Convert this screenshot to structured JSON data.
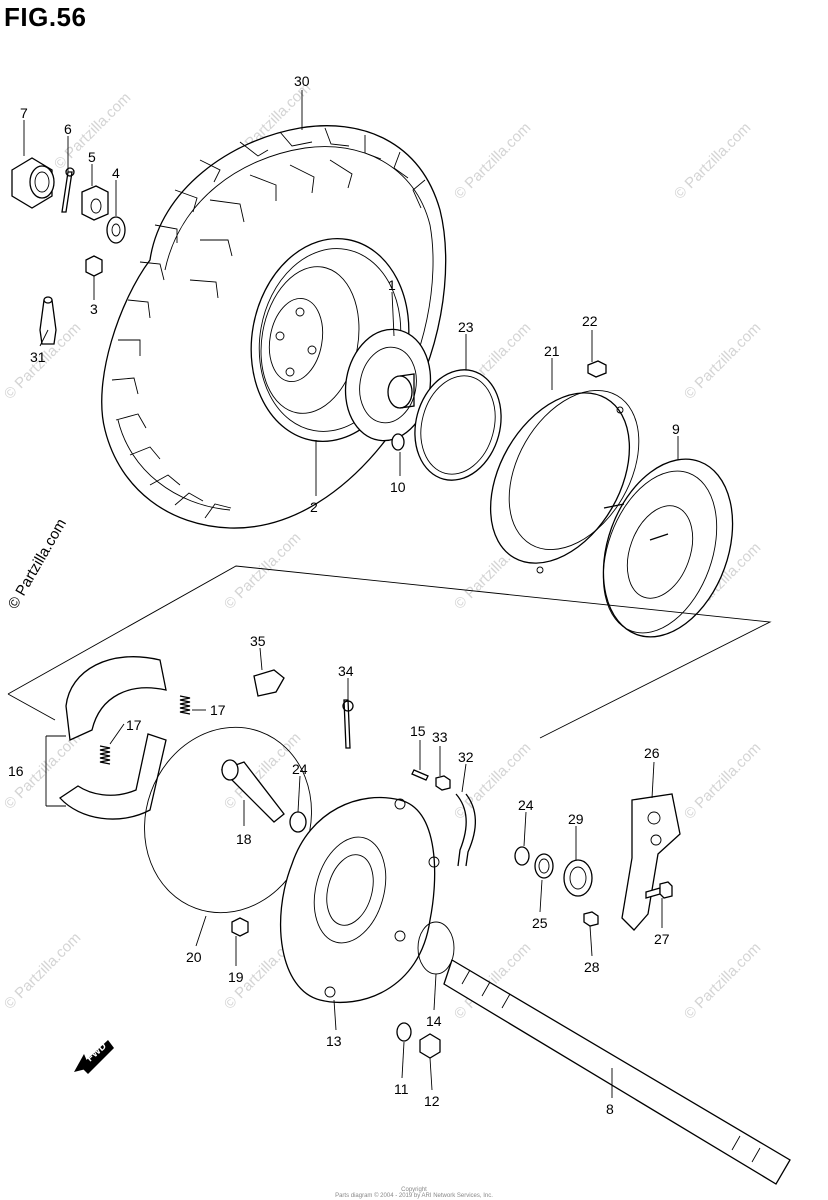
{
  "figure": {
    "title": "FIG.56",
    "watermark": "© Partzilla.com",
    "footer_line1": "Copyright",
    "footer_line2": "Parts diagram © 2004 - 2019 by ARI Network Services, Inc.",
    "fwd_label": "FWD"
  },
  "callouts": [
    {
      "id": "c30",
      "text": "30"
    },
    {
      "id": "c7",
      "text": "7"
    },
    {
      "id": "c6",
      "text": "6"
    },
    {
      "id": "c5",
      "text": "5"
    },
    {
      "id": "c4",
      "text": "4"
    },
    {
      "id": "c3",
      "text": "3"
    },
    {
      "id": "c31",
      "text": "31"
    },
    {
      "id": "c1",
      "text": "1"
    },
    {
      "id": "c2",
      "text": "2"
    },
    {
      "id": "c23",
      "text": "23"
    },
    {
      "id": "c22",
      "text": "22"
    },
    {
      "id": "c21",
      "text": "21"
    },
    {
      "id": "c10",
      "text": "10"
    },
    {
      "id": "c9",
      "text": "9"
    },
    {
      "id": "c35",
      "text": "35"
    },
    {
      "id": "c34",
      "text": "34"
    },
    {
      "id": "c17a",
      "text": "17"
    },
    {
      "id": "c17b",
      "text": "17"
    },
    {
      "id": "c16",
      "text": "16"
    },
    {
      "id": "c15",
      "text": "15"
    },
    {
      "id": "c33",
      "text": "33"
    },
    {
      "id": "c32",
      "text": "32"
    },
    {
      "id": "c26",
      "text": "26"
    },
    {
      "id": "c24a",
      "text": "24"
    },
    {
      "id": "c24b",
      "text": "24"
    },
    {
      "id": "c18",
      "text": "18"
    },
    {
      "id": "c29",
      "text": "29"
    },
    {
      "id": "c25",
      "text": "25"
    },
    {
      "id": "c27",
      "text": "27"
    },
    {
      "id": "c28",
      "text": "28"
    },
    {
      "id": "c20",
      "text": "20"
    },
    {
      "id": "c19",
      "text": "19"
    },
    {
      "id": "c13",
      "text": "13"
    },
    {
      "id": "c14",
      "text": "14"
    },
    {
      "id": "c11",
      "text": "11"
    },
    {
      "id": "c12",
      "text": "12"
    },
    {
      "id": "c8",
      "text": "8"
    }
  ]
}
